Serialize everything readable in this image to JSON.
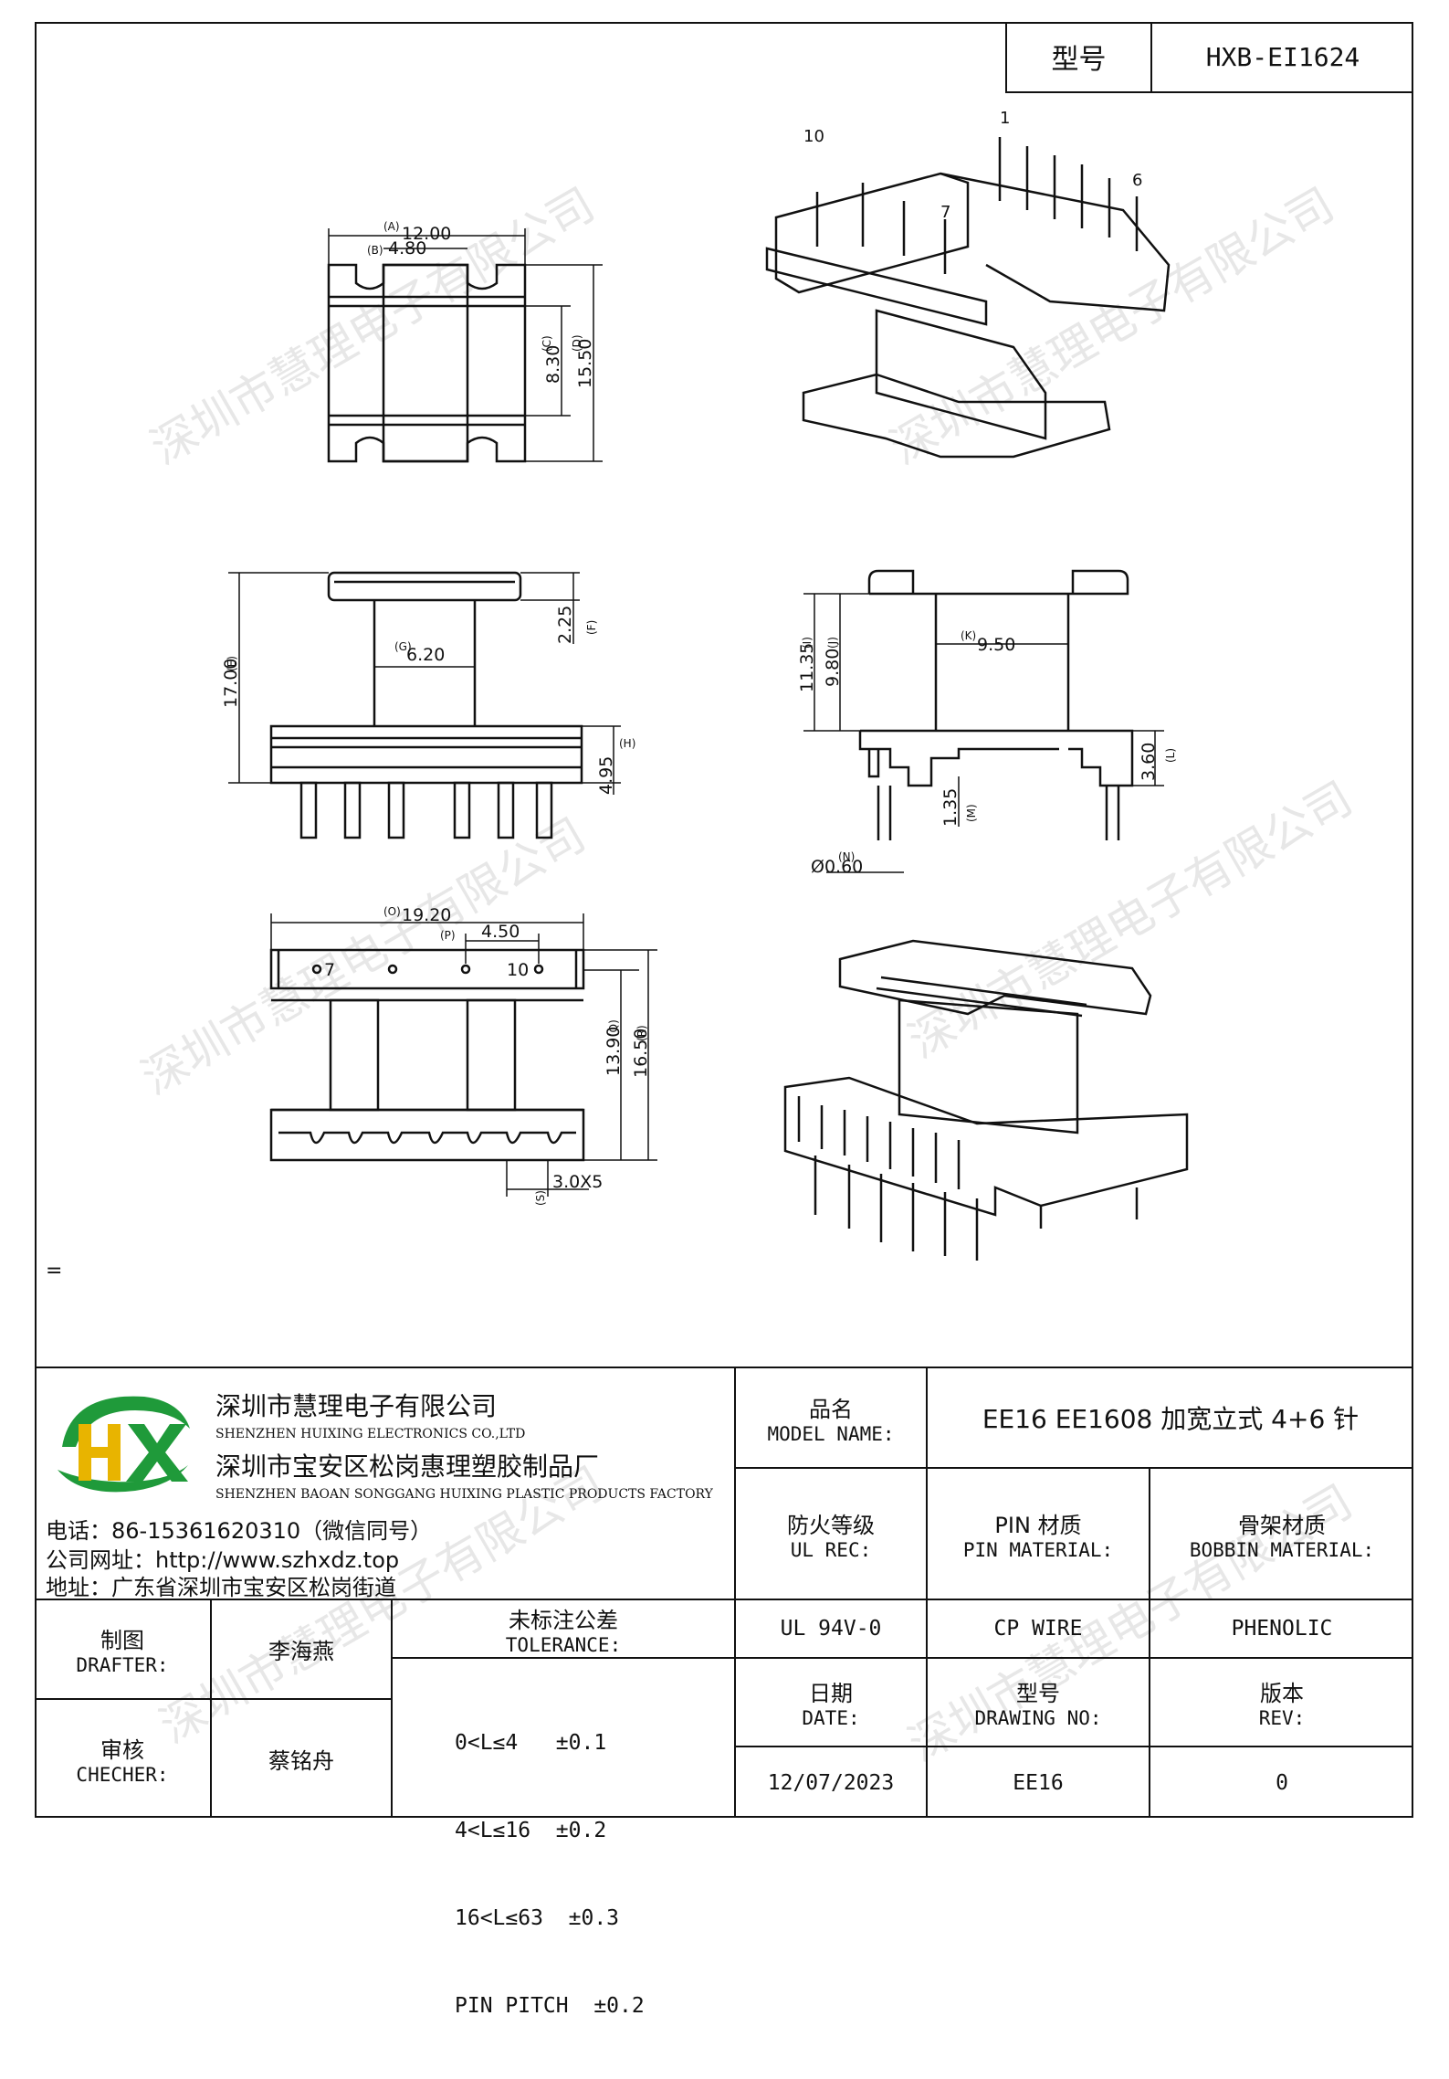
{
  "header": {
    "model_label": "型号",
    "model_value": "HXB-EI1624"
  },
  "drawing": {
    "top_view": {
      "dim_a": "12.00",
      "dim_b": "4.80",
      "dim_c": "8.30",
      "dim_d": "15.50",
      "tag_a": "(A)",
      "tag_b": "(B)",
      "tag_c": "(C)",
      "tag_d": "(D)"
    },
    "front_view": {
      "dim_height": "17.00",
      "dim_width": "6.20",
      "dim_top": "2.25",
      "dim_base": "4.95",
      "tag_e": "(E)",
      "tag_g": "(G)",
      "tag_f": "(F)",
      "tag_h": "(H)"
    },
    "side_view": {
      "dim_11": "11.35",
      "dim_98": "9.80",
      "dim_95": "9.50",
      "dim_36": "3.60",
      "dim_135": "1.35",
      "dim_pin": "Ø0.60",
      "tag_i": "(I)",
      "tag_j": "(J)",
      "tag_k": "(K)",
      "tag_l": "(L)",
      "tag_m": "(M)",
      "tag_n": "(N)"
    },
    "bottom_view": {
      "dim_19": "19.20",
      "dim_45": "4.50",
      "dim_139": "13.90",
      "dim_165": "16.50",
      "dim_pitch": "3.0X5",
      "pin_7": "7",
      "pin_10": "10",
      "tag_o": "(O)",
      "tag_p": "(P)",
      "tag_q": "(Q)",
      "tag_r": "(R)",
      "tag_s": "(S)"
    },
    "iso_labels": {
      "p10": "10",
      "p1": "1",
      "p7": "7",
      "p6": "6"
    },
    "stray_mark": "="
  },
  "watermark": "深圳市慧理电子有限公司",
  "company": {
    "name_cn": "深圳市慧理电子有限公司",
    "name_en": "SHENZHEN HUIXING ELECTRONICS CO.,LTD",
    "factory_cn": "深圳市宝安区松岗惠理塑胶制品厂",
    "factory_en": "SHENZHEN BAOAN SONGGANG HUIXING PLASTIC PRODUCTS FACTORY",
    "phone": "电话：86-15361620310（微信同号）",
    "website": "公司网址：http://www.szhxdz.top",
    "address": "地址：广东省深圳市宝安区松岗街道",
    "logo_text": "HX"
  },
  "title_block": {
    "model_name_cn": "品名",
    "model_name_en": "MODEL NAME:",
    "model_name_value": "EE16 EE1608 加宽立式 4+6 针",
    "ul_cn": "防火等级",
    "ul_en": "UL REC:",
    "pin_cn": "PIN 材质",
    "pin_en": "PIN MATERIAL:",
    "bobbin_cn": "骨架材质",
    "bobbin_en": "BOBBIN MATERIAL:",
    "ul_value": "UL 94V-0",
    "pin_value": "CP WIRE",
    "bobbin_value": "PHENOLIC",
    "drafter_cn": "制图",
    "drafter_en": "DRAFTER:",
    "drafter_name": "李海燕",
    "checker_cn": "审核",
    "checker_en": "CHECHER:",
    "checker_name": "蔡铭舟",
    "tol_cn": "未标注公差",
    "tol_en": "TOLERANCE:",
    "tol_lines": [
      "0<L≤4   ±0.1",
      "4<L≤16  ±0.2",
      "16<L≤63  ±0.3",
      "PIN PITCH  ±0.2"
    ],
    "date_cn": "日期",
    "date_en": "DATE:",
    "drawing_no_cn": "型号",
    "drawing_no_en": "DRAWING NO:",
    "rev_cn": "版本",
    "rev_en": "REV:",
    "date_value": "12/07/2023",
    "drawing_no_value": "EE16",
    "rev_value": "0"
  }
}
